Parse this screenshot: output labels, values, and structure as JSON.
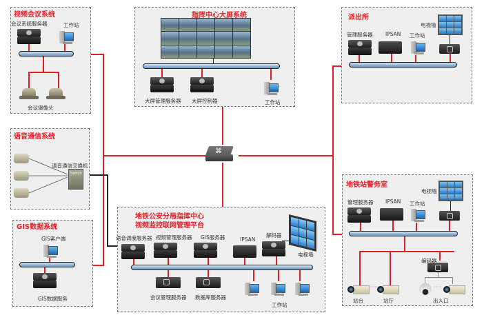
{
  "diagram": {
    "colors": {
      "link": "#e11d26",
      "title": "#e8202a",
      "voice_link": "#222222"
    },
    "core_switch": {
      "name": "core-switch"
    },
    "video_conference": {
      "title": "视频会议系统",
      "server": "会议系统服务器",
      "workstation": "工作站",
      "cameras": "会议摄像头"
    },
    "big_screen": {
      "title": "指挥中心大屏系统",
      "server": "大屏管理服务器",
      "controller": "大屏控制器",
      "workstation": "工作站"
    },
    "police_station": {
      "title": "派出所",
      "server": "管理服务器",
      "ipsan": "IPSAN",
      "workstation": "工作站",
      "tv_wall": "电视墙"
    },
    "voice": {
      "title": "语音通信系统",
      "exchange": "语音通信交换机",
      "exchange_badge": "Switch"
    },
    "gis": {
      "title": "GIS数据系统",
      "client": "GIS客户端",
      "server": "GIS数据服务"
    },
    "platform": {
      "title_line1": "地铁公安分局指挥中心",
      "title_line2": "视频监控联网管理平台",
      "voice_dispatch": "语音调度服务器",
      "video_mgmt": "视频管理服务器",
      "gis_server": "GIS服务器",
      "ipsan": "IPSAN",
      "decoder": "解码器",
      "tv_wall": "电视墙",
      "conf_mgmt": "会议管理服务器",
      "db_server": "数据库服务器",
      "workstation": "工作站"
    },
    "metro_station": {
      "title": "地铁站警务室",
      "server": "管理服务器",
      "ipsan": "IPSAN",
      "workstation": "工作站",
      "tv_wall": "电视墙",
      "encoder": "编码器",
      "platform": "站台",
      "hall": "站厅",
      "entrance": "出入口",
      "ellipsis": "·····"
    }
  }
}
